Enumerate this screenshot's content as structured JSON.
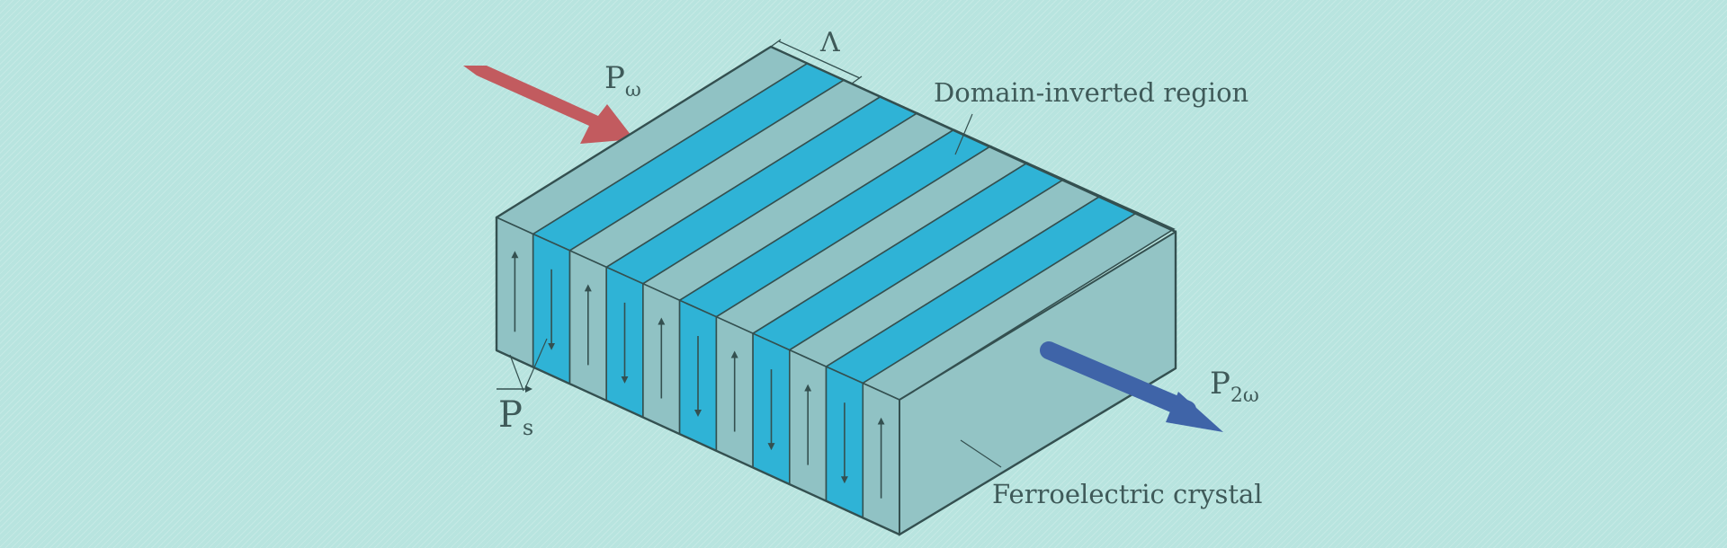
{
  "labels": {
    "p_omega": {
      "main": "P",
      "sub": "ω"
    },
    "p_2omega": {
      "main": "P",
      "sub": "2ω"
    },
    "lambda": "Λ",
    "domain_inverted": "Domain-inverted region",
    "ferroelectric": "Ferroelectric crystal",
    "p_s": {
      "main": "P",
      "sub": "s"
    }
  },
  "domains": {
    "count": 11,
    "arrow_directions": [
      "up",
      "down",
      "up",
      "down",
      "up",
      "down",
      "up",
      "down",
      "up",
      "down",
      "up"
    ]
  },
  "colors": {
    "background": "#b8e4df",
    "stripe_normal": "#90c2c4",
    "stripe_inverted": "#2fb3d6",
    "side_face": "#93c4c5",
    "edge": "#345050",
    "input_beam": "#c25b5f",
    "output_beam": "#3f64a8",
    "text": "#3f5a59"
  }
}
